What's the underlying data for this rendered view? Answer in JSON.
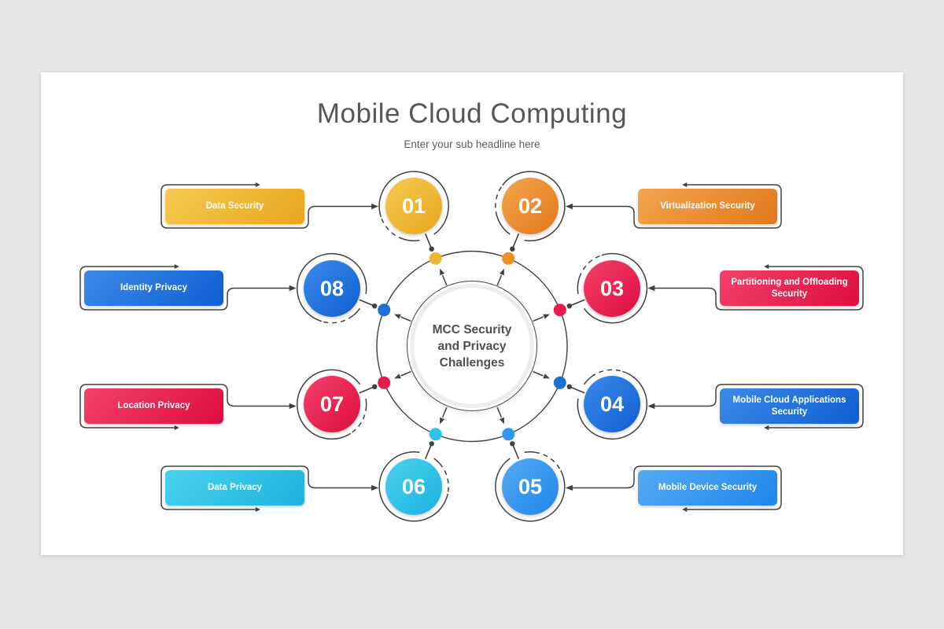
{
  "page": {
    "background": "#e5e5e7",
    "slide_background": "#ffffff",
    "outline_color": "#404040"
  },
  "header": {
    "title": "Mobile Cloud Computing",
    "subtitle": "Enter your sub headline here",
    "title_color": "#575757"
  },
  "center": {
    "line1": "MCC Security",
    "line2": "and Privacy",
    "line3": "Challenges",
    "text_color": "#4f4f4f"
  },
  "items": [
    {
      "number": "01",
      "label": "Data Security",
      "color_light": "#f6ca52",
      "color_dark": "#e9a51d",
      "dot_color": "#f0b42e"
    },
    {
      "number": "02",
      "label": "Virtualization Security",
      "color_light": "#f3a54d",
      "color_dark": "#e2781c",
      "dot_color": "#ee8e26"
    },
    {
      "number": "03",
      "label": "Partitioning and Offloading Security",
      "color_light": "#f2426a",
      "color_dark": "#de0d3e",
      "dot_color": "#e81c4a"
    },
    {
      "number": "04",
      "label": "Mobile Cloud Applications Security",
      "color_light": "#3c8ae9",
      "color_dark": "#0f5ed2",
      "dot_color": "#1c6fd4"
    },
    {
      "number": "05",
      "label": "Mobile Device Security",
      "color_light": "#55aaf4",
      "color_dark": "#1f86ea",
      "dot_color": "#2e97ef"
    },
    {
      "number": "06",
      "label": "Data Privacy",
      "color_light": "#4ad2ee",
      "color_dark": "#1cb2de",
      "dot_color": "#2ec3e8"
    },
    {
      "number": "07",
      "label": "Location Privacy",
      "color_light": "#f2426a",
      "color_dark": "#de0d3e",
      "dot_color": "#e81c4a"
    },
    {
      "number": "08",
      "label": "Identity Privacy",
      "color_light": "#3c8ae9",
      "color_dark": "#0f5ed2",
      "dot_color": "#1c6fd4"
    }
  ]
}
